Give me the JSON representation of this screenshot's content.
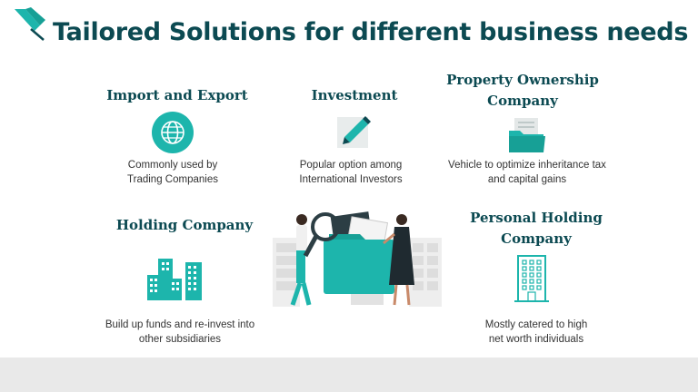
{
  "title": "Tailored Solutions for different business needs",
  "colors": {
    "accent": "#1db5ac",
    "heading": "#0c4a52",
    "text": "#333333",
    "footer": "#e9e9e9"
  },
  "items": [
    {
      "heading": "Import and Export",
      "icon": "globe-icon",
      "desc_line1": "Commonly used by",
      "desc_line2": "Trading Companies"
    },
    {
      "heading": "Investment",
      "icon": "pencil-icon",
      "desc_line1": "Popular option among",
      "desc_line2": "International Investors"
    },
    {
      "heading_line1": "Property Ownership",
      "heading_line2": "Company",
      "icon": "folder-icon",
      "desc_line1": "Vehicle to optimize inheritance tax",
      "desc_line2": "and capital gains"
    },
    {
      "heading": "Holding Company",
      "icon": "city-buildings-icon",
      "desc_line1": "Build up funds and re-invest into",
      "desc_line2": "other subsidiaries"
    },
    {
      "heading_line1": "Personal Holding",
      "heading_line2": "Company",
      "icon": "office-tower-icon",
      "desc_line1": "Mostly catered to high",
      "desc_line2": "net worth individuals"
    }
  ],
  "illustration": "people-with-magnifier-and-folder-illustration"
}
